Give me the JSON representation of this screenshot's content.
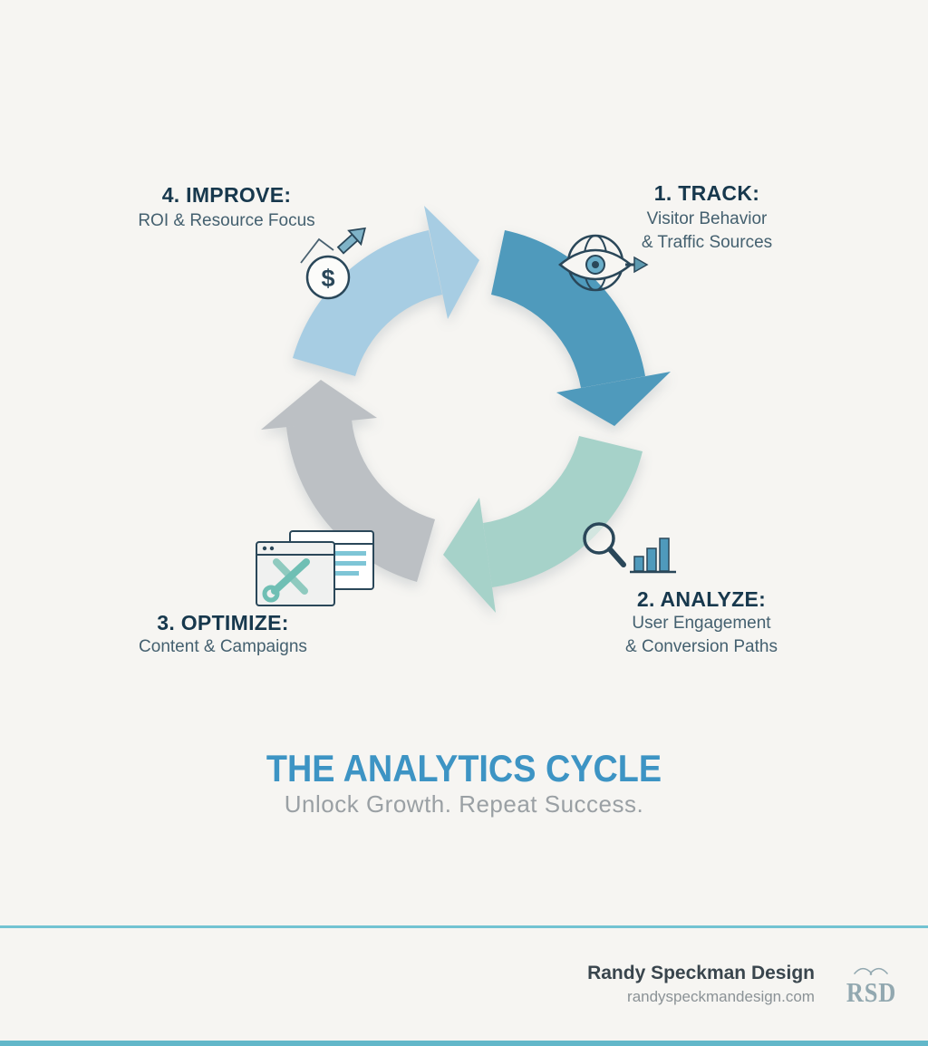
{
  "diagram": {
    "title": "THE ANALYTICS CYCLE",
    "subtitle": "Unlock Growth. Repeat Success.",
    "steps": [
      {
        "heading": "1. TRACK:",
        "lines": [
          "Visitor Behavior",
          "& Traffic Sources"
        ],
        "color": "#4f9abc",
        "icon": "globe-eye-icon"
      },
      {
        "heading": "2. ANALYZE:",
        "lines": [
          "User Engagement",
          "& Conversion Paths"
        ],
        "color": "#a6d2c9",
        "icon": "magnifier-bar-chart-icon"
      },
      {
        "heading": "3. OPTIMIZE:",
        "lines": [
          "Content & Campaigns"
        ],
        "color": "#bcc0c4",
        "icon": "browser-windows-wrench-icon"
      },
      {
        "heading": "4. IMPROVE:",
        "lines": [
          "ROI & Resource Focus"
        ],
        "color": "#a7cde3",
        "icon": "coin-dollar-growth-icon"
      }
    ],
    "improve_symbol": "$"
  },
  "footer": {
    "brand": "Randy Speckman Design",
    "website": "randyspeckmandesign.com",
    "logo_text": "RSD"
  },
  "colors": {
    "background": "#f6f5f2",
    "title": "#3d94c4",
    "heading_text": "#17384d",
    "body_text": "#44606f",
    "subtitle_text": "#9aa0a4",
    "icon_outline": "#2a4759",
    "icon_accent": "#4f9abc",
    "wrench_teal": "#6fbfb4",
    "divider_teal": "#72c3d2"
  }
}
